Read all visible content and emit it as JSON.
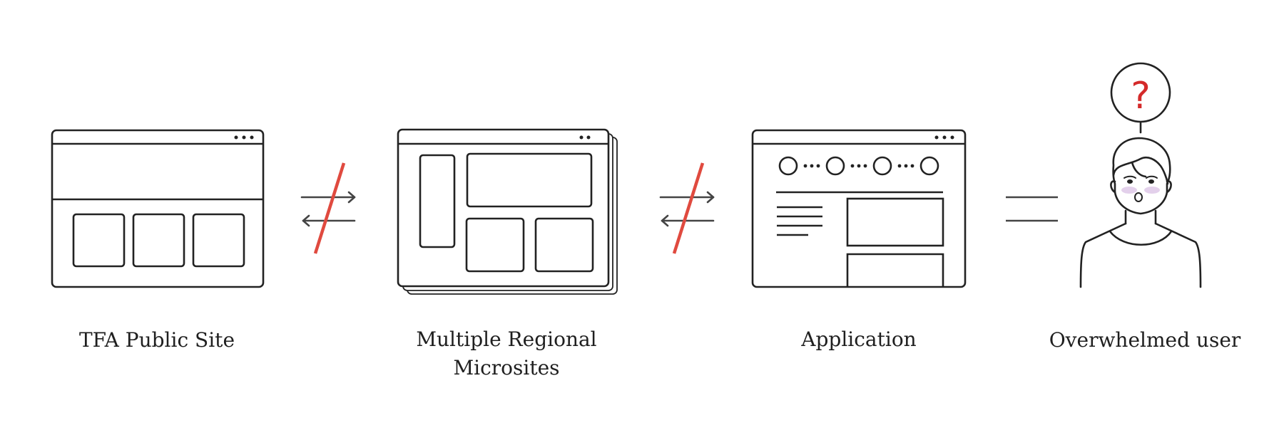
{
  "colors": {
    "ink": "#222222",
    "arrow": "#444444",
    "accent": "#e04a3f",
    "question": "#d42a2a",
    "blush": "#dcc4e6"
  },
  "icons": {
    "public_site": "browser-window-icon",
    "microsites": "stacked-browser-windows-icon",
    "application": "application-window-icon",
    "user": "confused-user-icon",
    "not_equal_1": "not-equivalent-arrows-icon",
    "not_equal_2": "not-equivalent-arrows-icon",
    "equals": "equals-icon"
  },
  "question_mark": "?",
  "captions": {
    "public_site": "TFA Public Site",
    "microsites_line1": "Multiple Regional",
    "microsites_line2": "Microsites",
    "application": "Application",
    "user": "Overwhelmed user"
  }
}
